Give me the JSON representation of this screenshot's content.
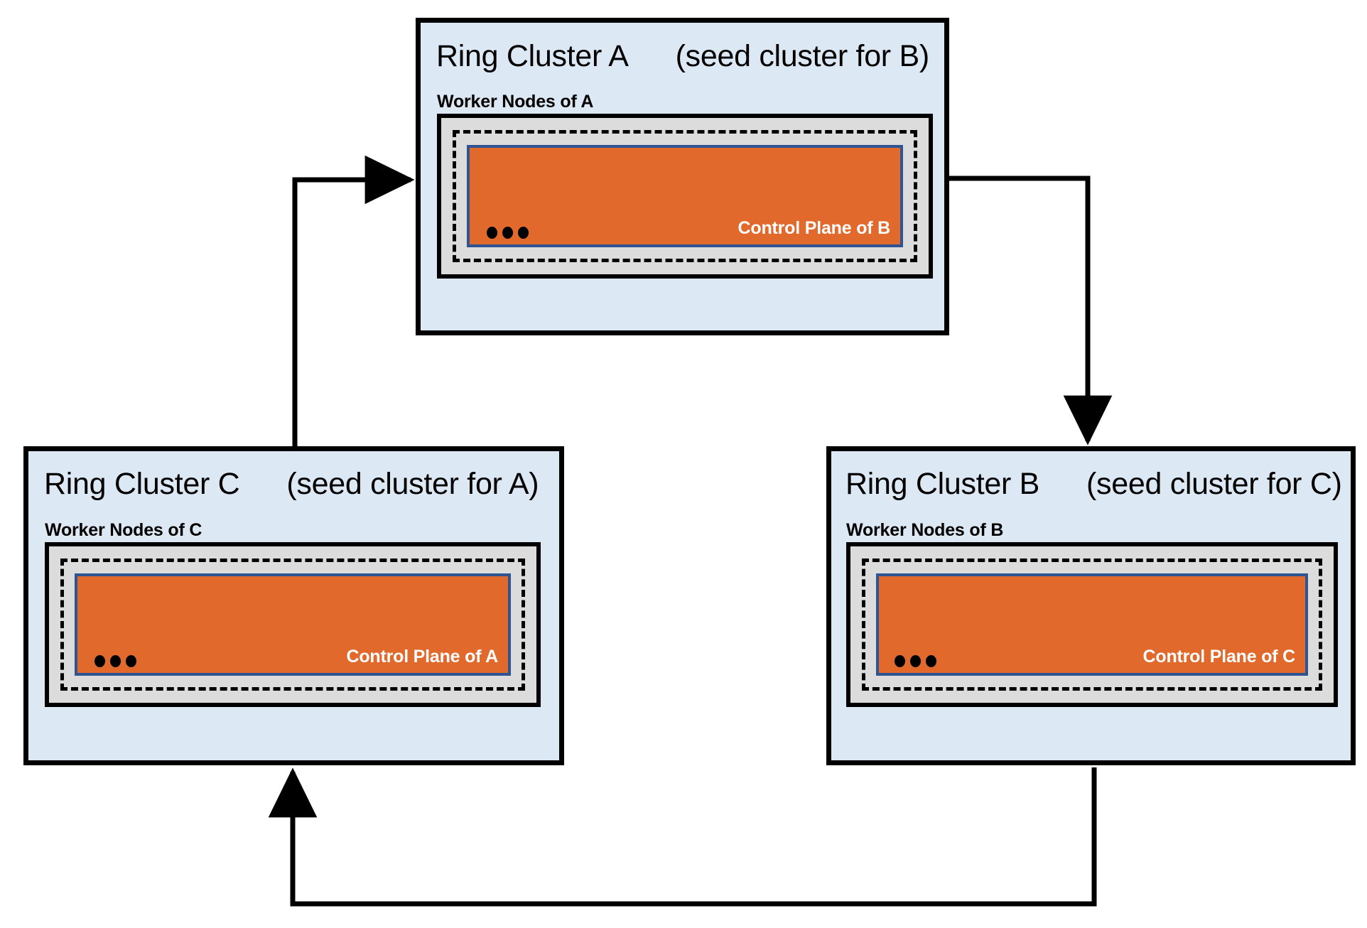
{
  "diagram": {
    "title_style": "ring-of-clusters",
    "colors": {
      "cluster_fill": "#dde8f5",
      "cluster_border": "#000000",
      "worker_fill": "#dcdcdc",
      "control_plane_fill": "#e2692c",
      "control_plane_border": "#2e5592",
      "control_plane_text": "#ffffff",
      "arrow": "#000000"
    },
    "clusters": [
      {
        "id": "a",
        "name": "Ring Cluster A",
        "seed_note": "(seed cluster for B)",
        "worker_label": "Worker Nodes of A",
        "control_plane_label": "Control Plane of B",
        "ellipsis": "•••"
      },
      {
        "id": "c",
        "name": "Ring Cluster C",
        "seed_note": "(seed cluster for A)",
        "worker_label": "Worker Nodes of C",
        "control_plane_label": "Control Plane of A",
        "ellipsis": "•••"
      },
      {
        "id": "b",
        "name": "Ring Cluster B",
        "seed_note": "(seed cluster for C)",
        "worker_label": "Worker Nodes of B",
        "control_plane_label": "Control Plane of C",
        "ellipsis": "•••"
      }
    ],
    "arrows": [
      {
        "id": "c-to-a",
        "from": "Ring Cluster C",
        "to": "Ring Cluster A"
      },
      {
        "id": "a-to-b",
        "from": "Ring Cluster A",
        "to": "Ring Cluster B"
      },
      {
        "id": "b-to-c",
        "from": "Ring Cluster B",
        "to": "Ring Cluster C"
      }
    ]
  }
}
